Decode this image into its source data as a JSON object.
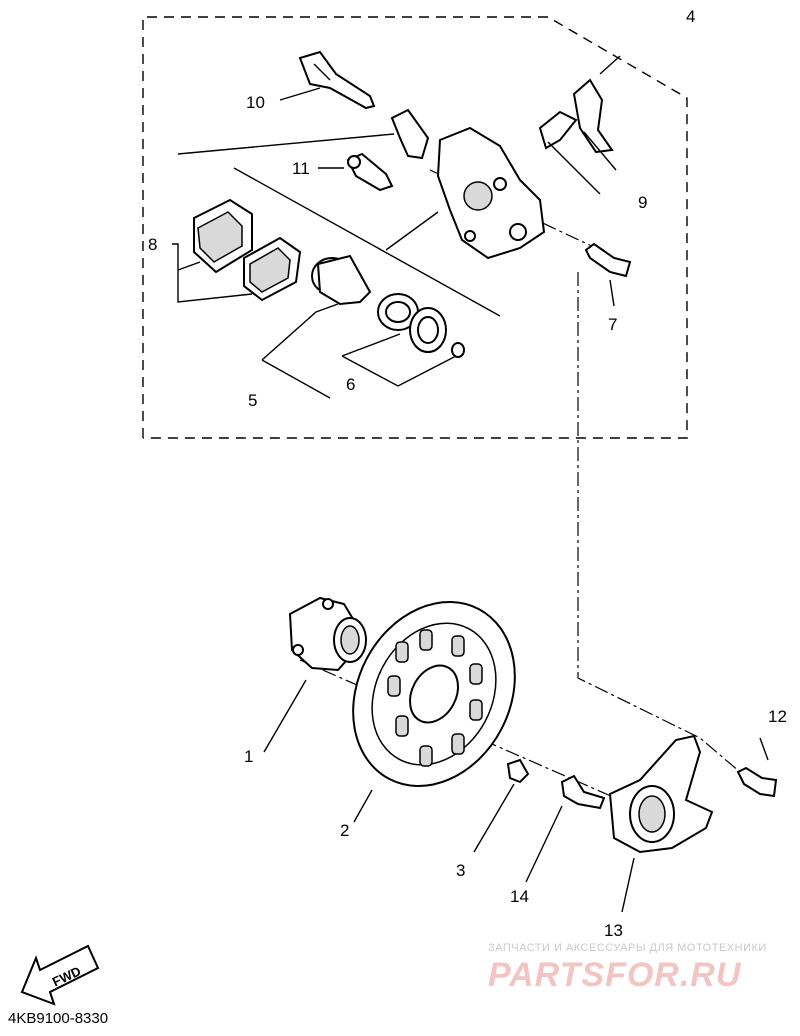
{
  "diagram": {
    "code": "4KB9100-8330",
    "fwd_label": "FWD",
    "callouts": [
      {
        "id": "c1",
        "label": "1"
      },
      {
        "id": "c2",
        "label": "2"
      },
      {
        "id": "c3",
        "label": "3"
      },
      {
        "id": "c4",
        "label": "4"
      },
      {
        "id": "c5",
        "label": "5"
      },
      {
        "id": "c6",
        "label": "6"
      },
      {
        "id": "c7",
        "label": "7"
      },
      {
        "id": "c8",
        "label": "8"
      },
      {
        "id": "c9",
        "label": "9"
      },
      {
        "id": "c10",
        "label": "10"
      },
      {
        "id": "c11",
        "label": "11"
      },
      {
        "id": "c12",
        "label": "12"
      },
      {
        "id": "c13",
        "label": "13"
      },
      {
        "id": "c14",
        "label": "14"
      }
    ]
  },
  "watermark": {
    "caption": "ЗАПЧАСТИ И АКСЕССУАРЫ ДЛЯ МОТОТЕХНИКИ",
    "logo_text": "PARTSFOR.RU"
  }
}
